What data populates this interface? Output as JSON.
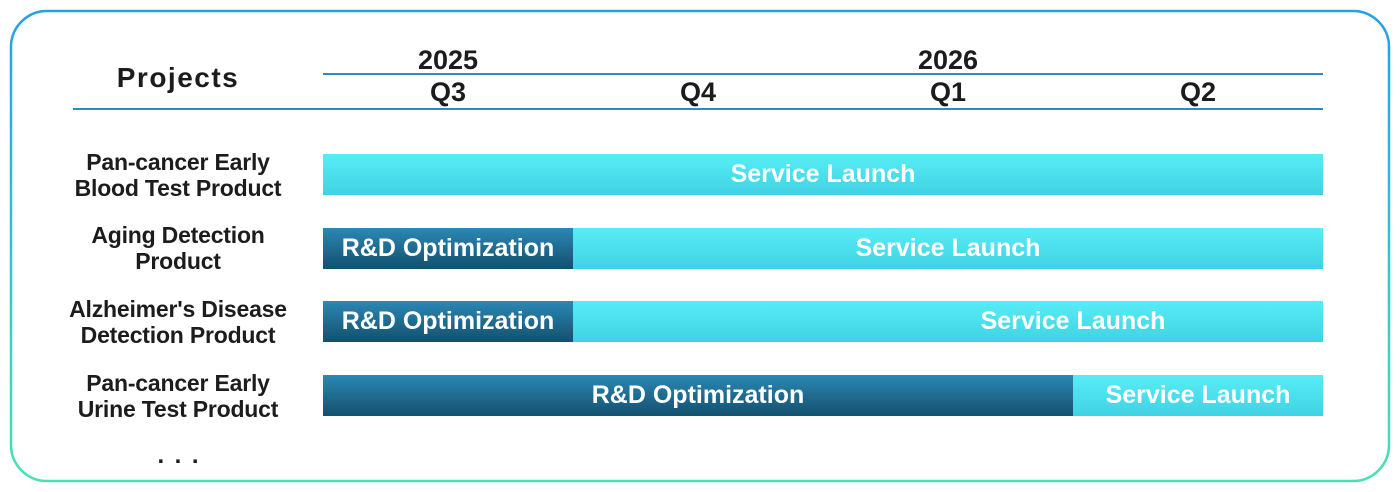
{
  "chart_data": {
    "type": "bar",
    "orientation": "horizontal",
    "row_header": "Projects",
    "years": [
      {
        "label": "2025",
        "quarters": [
          "Q3",
          "Q4"
        ]
      },
      {
        "label": "2026",
        "quarters": [
          "Q1",
          "Q2"
        ]
      }
    ],
    "rows": [
      {
        "label_lines": [
          "Pan-cancer Early",
          "Blood Test Product"
        ],
        "segments": [
          {
            "label": "Service Launch",
            "from": "2025 Q3",
            "to": "2026 Q2",
            "dark": false
          }
        ]
      },
      {
        "label_lines": [
          "Aging Detection",
          "Product"
        ],
        "segments": [
          {
            "label": "R&D Optimization",
            "from": "2025 Q3",
            "to": "2025 Q3",
            "dark": true
          },
          {
            "label": "Service Launch",
            "from": "2025 Q4",
            "to": "2026 Q2",
            "dark": false
          }
        ]
      },
      {
        "label_lines": [
          "Alzheimer's Disease",
          "Detection Product"
        ],
        "segments": [
          {
            "label": "R&D Optimization",
            "from": "2025 Q3",
            "to": "2025 Q3",
            "dark": true
          },
          {
            "label": "",
            "from": "2025 Q4",
            "to": "2025 Q4",
            "dark": false
          },
          {
            "label": "Service Launch",
            "from": "2026 Q1",
            "to": "2026 Q2",
            "dark": false
          }
        ]
      },
      {
        "label_lines": [
          "Pan-cancer Early",
          "Urine Test Product"
        ],
        "segments": [
          {
            "label": "R&D Optimization",
            "from": "2025 Q3",
            "to": "2026 Q1",
            "dark": true
          },
          {
            "label": "Service Launch",
            "from": "2026 Q2",
            "to": "2026 Q2",
            "dark": false
          }
        ]
      }
    ],
    "more_rows_indicator": "...",
    "grid": false,
    "legend": "none"
  },
  "colors": {
    "text": "#1c1c1c",
    "rule": "#2c8ac4",
    "bar_text": "#ffffff",
    "dark_fill_top": "#2b88b4",
    "dark_fill_bottom": "#13506e",
    "light_fill_top": "#57edf5",
    "light_fill_bottom": "#40d2e4",
    "frame_top": "#22a0e8",
    "frame_bottom": "#46e2b2"
  }
}
